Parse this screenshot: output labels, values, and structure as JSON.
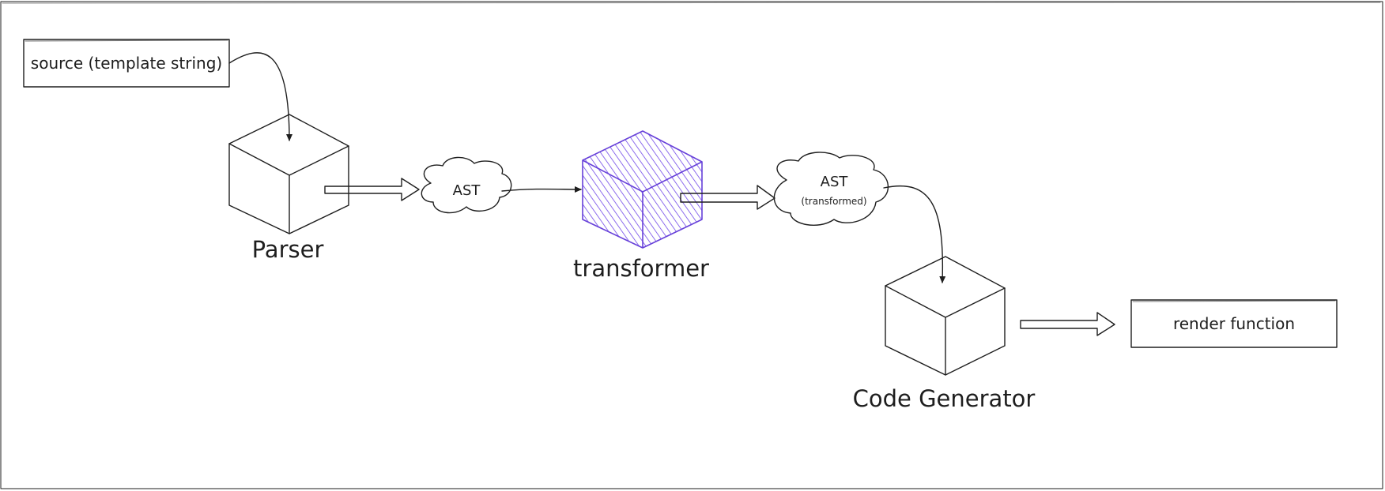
{
  "nodes": {
    "source": {
      "label": "source (template string)"
    },
    "parser": {
      "label": "Parser"
    },
    "ast": {
      "label": "AST"
    },
    "transformer": {
      "label": "transformer"
    },
    "ast_transformed": {
      "label": "AST",
      "sublabel": "(transformed)"
    },
    "code_generator": {
      "label": "Code Generator"
    },
    "render": {
      "label": "render function"
    }
  },
  "colors": {
    "ink": "#1e1e1e",
    "accent": "#6741d9",
    "accent_fill": "#7048e8"
  }
}
